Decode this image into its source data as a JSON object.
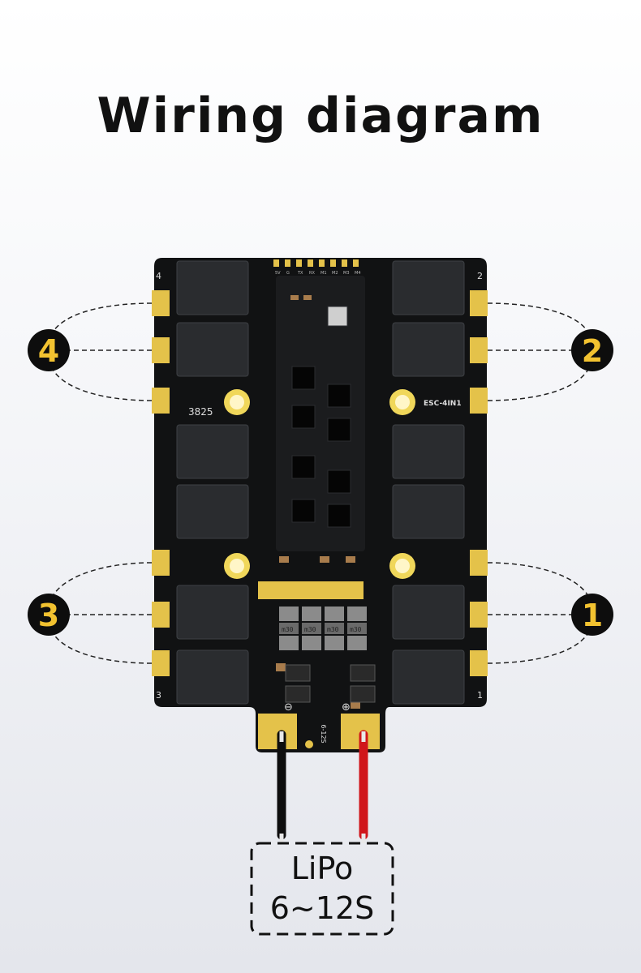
{
  "title": "Wiring diagram",
  "board": {
    "model_label": "3825",
    "name_label": "ESC-4IN1",
    "corner_labels": {
      "top_left": "4",
      "top_right": "2",
      "bottom_left": "3",
      "bottom_right": "1"
    },
    "pin_labels": [
      "5V",
      "G",
      "TX",
      "RX",
      "M1",
      "M2",
      "M3",
      "M4"
    ],
    "capacitor_label": "m30",
    "voltage_label": "6-12S",
    "neg_symbol": "⊖",
    "pos_symbol": "⊕"
  },
  "motors": {
    "m1": "1",
    "m2": "2",
    "m3": "3",
    "m4": "4"
  },
  "battery": {
    "line1": "LiPo",
    "line2": "6~12S"
  },
  "colors": {
    "board": "#111213",
    "pad": "#e4c24a",
    "hole": "#f0d75a",
    "wire_red": "#d0161b",
    "wire_black": "#0e0e0e",
    "callout": "#0d0d0d",
    "callout_text": "#f2c230"
  }
}
